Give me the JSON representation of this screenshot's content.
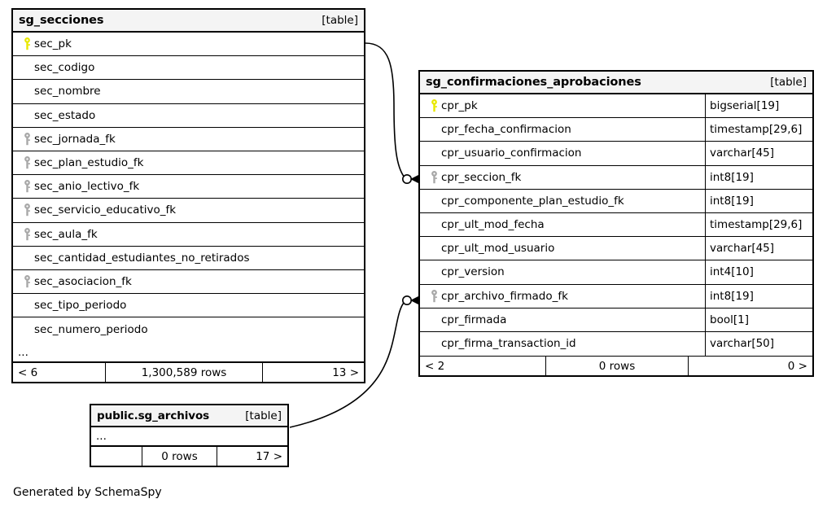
{
  "diagram": {
    "caption": "Generated by SchemaSpy",
    "table_tag": "[table]",
    "ellipsis": "...",
    "colors": {
      "primary_key": "#e8e800",
      "foreign_key": "#a8a8a8",
      "header_bg": "#f4f4f4",
      "border": "#000000",
      "background": "#ffffff"
    }
  },
  "tables": {
    "secciones": {
      "title": "sg_secciones",
      "tag": "[table]",
      "columns": [
        {
          "name": "sec_pk",
          "key": "primary"
        },
        {
          "name": "sec_codigo",
          "key": "none"
        },
        {
          "name": "sec_nombre",
          "key": "none"
        },
        {
          "name": "sec_estado",
          "key": "none"
        },
        {
          "name": "sec_jornada_fk",
          "key": "foreign"
        },
        {
          "name": "sec_plan_estudio_fk",
          "key": "foreign"
        },
        {
          "name": "sec_anio_lectivo_fk",
          "key": "foreign"
        },
        {
          "name": "sec_servicio_educativo_fk",
          "key": "foreign"
        },
        {
          "name": "sec_aula_fk",
          "key": "foreign"
        },
        {
          "name": "sec_cantidad_estudiantes_no_retirados",
          "key": "none"
        },
        {
          "name": "sec_asociacion_fk",
          "key": "foreign"
        },
        {
          "name": "sec_tipo_periodo",
          "key": "none"
        },
        {
          "name": "sec_numero_periodo",
          "key": "none"
        }
      ],
      "more_indicator": "...",
      "footer": {
        "prev": "< 6",
        "rows": "1,300,589 rows",
        "next": "13 >"
      }
    },
    "confirmaciones": {
      "title": "sg_confirmaciones_aprobaciones",
      "tag": "[table]",
      "columns": [
        {
          "name": "cpr_pk",
          "type": "bigserial[19]",
          "key": "primary"
        },
        {
          "name": "cpr_fecha_confirmacion",
          "type": "timestamp[29,6]",
          "key": "none"
        },
        {
          "name": "cpr_usuario_confirmacion",
          "type": "varchar[45]",
          "key": "none"
        },
        {
          "name": "cpr_seccion_fk",
          "type": "int8[19]",
          "key": "foreign"
        },
        {
          "name": "cpr_componente_plan_estudio_fk",
          "type": "int8[19]",
          "key": "none"
        },
        {
          "name": "cpr_ult_mod_fecha",
          "type": "timestamp[29,6]",
          "key": "none"
        },
        {
          "name": "cpr_ult_mod_usuario",
          "type": "varchar[45]",
          "key": "none"
        },
        {
          "name": "cpr_version",
          "type": "int4[10]",
          "key": "none"
        },
        {
          "name": "cpr_archivo_firmado_fk",
          "type": "int8[19]",
          "key": "foreign"
        },
        {
          "name": "cpr_firmada",
          "type": "bool[1]",
          "key": "none"
        },
        {
          "name": "cpr_firma_transaction_id",
          "type": "varchar[50]",
          "key": "none"
        }
      ],
      "footer": {
        "prev": "< 2",
        "rows": "0 rows",
        "next": "0 >"
      }
    },
    "archivos": {
      "title": "public.sg_archivos",
      "tag": "[table]",
      "more_indicator": "...",
      "footer": {
        "prev": "",
        "rows": "0 rows",
        "next": "17 >"
      }
    }
  },
  "relationships": [
    {
      "name": "secciones-to-confirmaciones",
      "from_table": "sg_secciones",
      "from_column": "sec_pk",
      "to_table": "sg_confirmaciones_aprobaciones",
      "to_column": "cpr_seccion_fk"
    },
    {
      "name": "archivos-to-confirmaciones",
      "from_table": "public.sg_archivos",
      "to_table": "sg_confirmaciones_aprobaciones",
      "to_column": "cpr_archivo_firmado_fk"
    }
  ]
}
